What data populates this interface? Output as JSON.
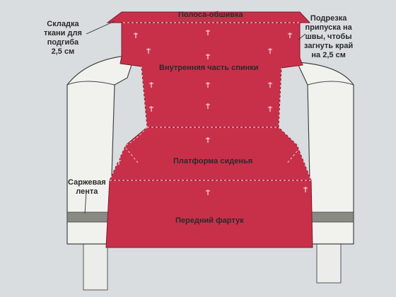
{
  "labels": {
    "top_band": "Полоса-обшивка",
    "inner_back": "Внутренняя часть спинки",
    "seat_platform": "Платформа сиденья",
    "front_apron": "Передний фартук"
  },
  "callouts": {
    "fold": "Складка\nткани для\nподгиба\n2,5 см",
    "trim": "Подрезка\nприпуска на\nшвы, чтобы\nзагнуть край\nна 2,5 см",
    "twill_tape": "Саржевая\nлента"
  },
  "colors": {
    "fabric": "#c8304a",
    "fabric_dark": "#a8253d",
    "arm": "#f1f1ee",
    "arm_shadow": "#d4d4d0",
    "tape": "#8a8a84",
    "leg": "#ececea"
  }
}
